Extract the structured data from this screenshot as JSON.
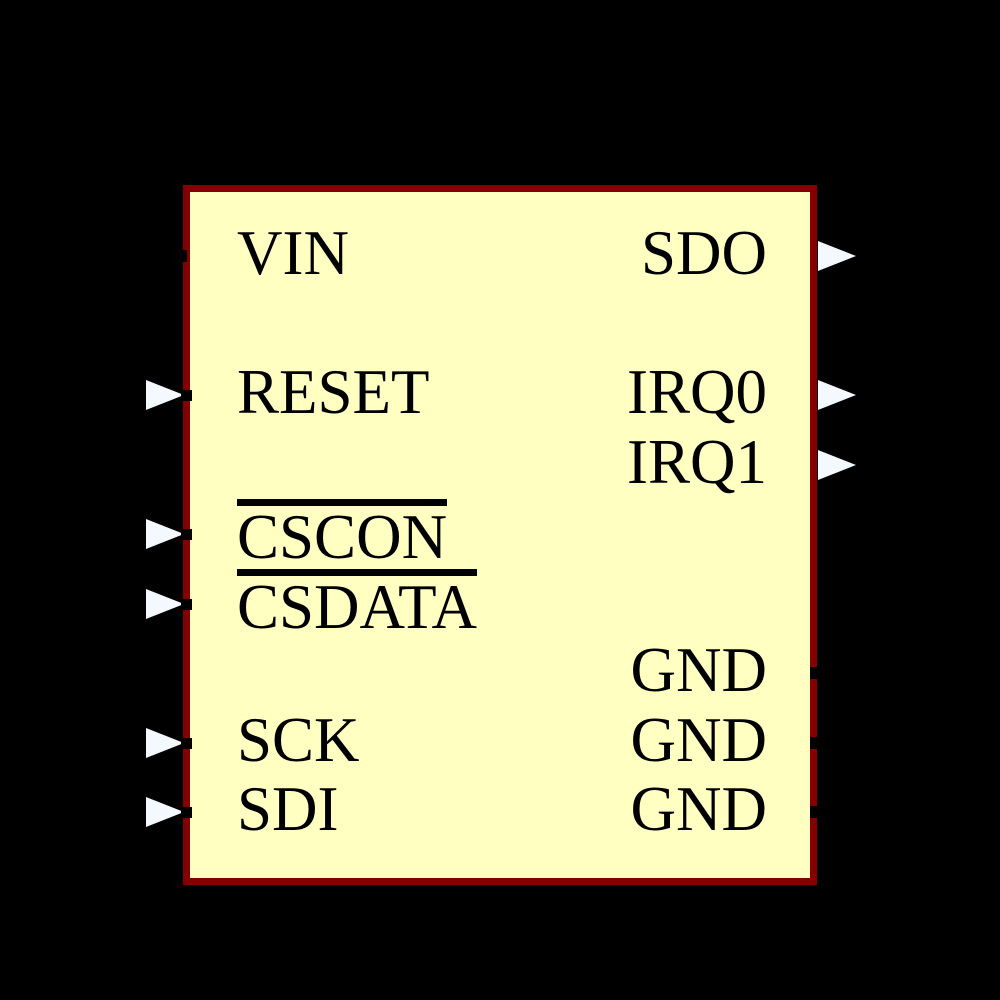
{
  "background_color": "#000000",
  "component": {
    "title": "IC schematic symbol",
    "body_color": "#FFFFC2",
    "border_color": "#840000",
    "arrow_color": "#F4F8FF",
    "text_color": "#000000",
    "pins": {
      "left": [
        {
          "label": "VIN",
          "row": 0,
          "connector": "stub",
          "overline": false,
          "direction": "none"
        },
        {
          "label": "RESET",
          "row": 2,
          "connector": "arrow",
          "overline": false,
          "direction": "in"
        },
        {
          "label": "CSCON",
          "row": 4,
          "connector": "arrow",
          "overline": true,
          "direction": "in"
        },
        {
          "label": "CSDATA",
          "row": 5,
          "connector": "arrow",
          "overline": true,
          "direction": "in"
        },
        {
          "label": "SCK",
          "row": 7,
          "connector": "arrow",
          "overline": false,
          "direction": "in"
        },
        {
          "label": "SDI",
          "row": 8,
          "connector": "arrow",
          "overline": false,
          "direction": "in"
        }
      ],
      "right": [
        {
          "label": "SDO",
          "row": 0,
          "connector": "arrow",
          "overline": false,
          "direction": "out"
        },
        {
          "label": "IRQ0",
          "row": 2,
          "connector": "arrow",
          "overline": false,
          "direction": "out"
        },
        {
          "label": "IRQ1",
          "row": 3,
          "connector": "arrow",
          "overline": false,
          "direction": "out"
        },
        {
          "label": "GND",
          "row": 6,
          "connector": "stub",
          "overline": false,
          "direction": "none"
        },
        {
          "label": "GND",
          "row": 7,
          "connector": "stub",
          "overline": false,
          "direction": "none"
        },
        {
          "label": "GND",
          "row": 8,
          "connector": "stub",
          "overline": false,
          "direction": "none"
        }
      ]
    }
  }
}
